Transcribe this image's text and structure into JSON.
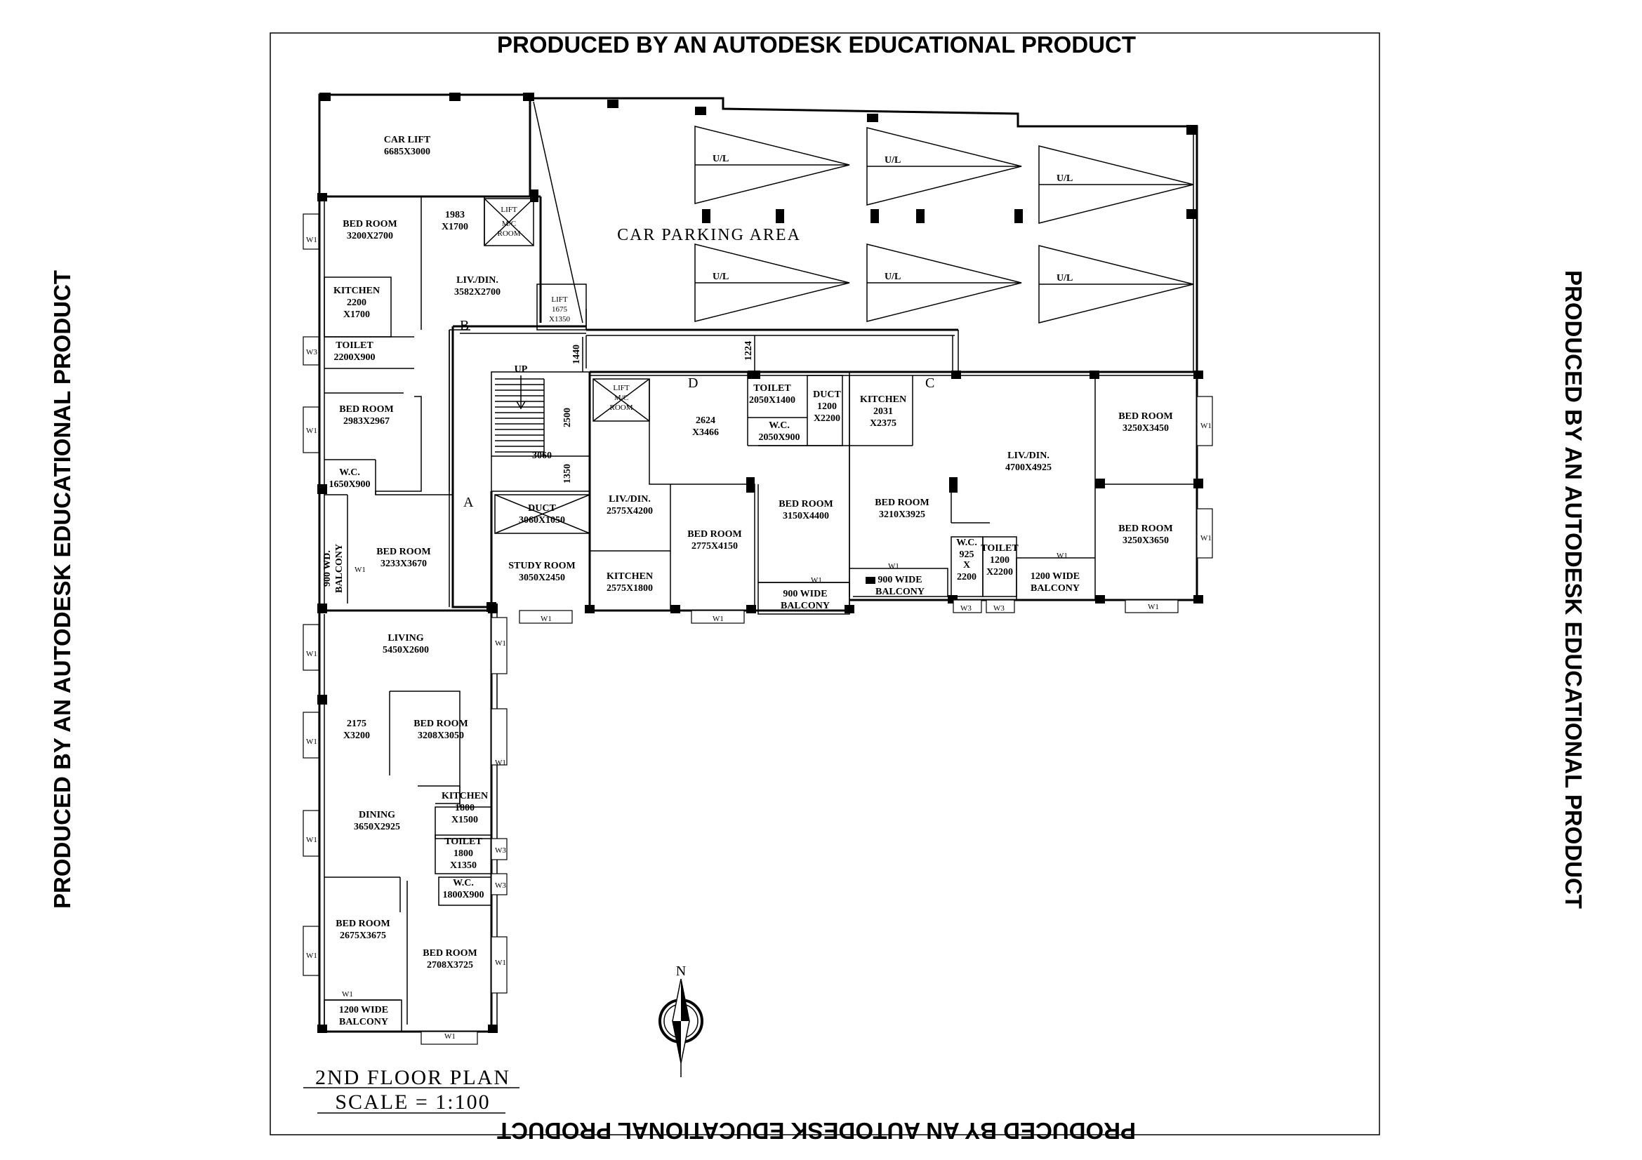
{
  "watermark": "PRODUCED BY AN AUTODESK EDUCATIONAL PRODUCT",
  "title": {
    "name": "2ND  FLOOR  PLAN",
    "scale": "SCALE  =  1:100"
  },
  "compass": {
    "north": "N"
  },
  "parking": {
    "label": "CAR  PARKING  AREA",
    "bay_label": "U/L"
  },
  "rooms": {
    "car_lift": [
      "CAR LIFT",
      "6685X3000"
    ],
    "bed_a1": [
      "BED ROOM",
      "3200X2700"
    ],
    "space_1983": [
      "1983",
      "X1700"
    ],
    "lift_mc_1": [
      "LIFT",
      "M/C",
      "ROOM"
    ],
    "kitchen_a": [
      "KITCHEN",
      "2200",
      "X1700"
    ],
    "liv_a": [
      "LIV./DIN.",
      "3582X2700"
    ],
    "lift": [
      "LIFT",
      "1675",
      "X1350"
    ],
    "toilet_a": [
      "TOILET",
      "2200X900"
    ],
    "bed_a2": [
      "BED ROOM",
      "2983X2967"
    ],
    "wc_a": [
      "W.C.",
      "1650X900"
    ],
    "balcony_wd": [
      "900 WD.",
      "BALCONY"
    ],
    "bed_a3": [
      "BED ROOM",
      "3233X3670"
    ],
    "lift_mc_2": [
      "LIFT",
      "M/C",
      "ROOM"
    ],
    "space_2624": [
      "2624",
      "X3466"
    ],
    "toilet_d": [
      "TOILET",
      "2050X1400"
    ],
    "duct_d": [
      "DUCT",
      "1200",
      "X2200"
    ],
    "wc_d": [
      "W.C.",
      "2050X900"
    ],
    "kitchen_c": [
      "KITCHEN",
      "2031",
      "X2375"
    ],
    "liv_c": [
      "LIV./DIN.",
      "4700X4925"
    ],
    "bed_c1": [
      "BED ROOM",
      "3250X3450"
    ],
    "bed_c2": [
      "BED ROOM",
      "3250X3650"
    ],
    "duct_stair": [
      "DUCT",
      "3060X1050"
    ],
    "liv_d": [
      "LIV./DIN.",
      "2575X4200"
    ],
    "bed_d1": [
      "BED ROOM",
      "2775X4150"
    ],
    "bed_d2": [
      "BED ROOM",
      "3150X4400"
    ],
    "bed_c3": [
      "BED ROOM",
      "3210X3925"
    ],
    "wc_c": [
      "W.C.",
      "925",
      "X",
      "2200"
    ],
    "toilet_c": [
      "TOILET",
      "1200",
      "X2200"
    ],
    "balcony_c": [
      "1200  WIDE",
      "BALCONY"
    ],
    "study": [
      "STUDY ROOM",
      "3050X2450"
    ],
    "kitchen_d": [
      "KITCHEN",
      "2575X1800"
    ],
    "balcony_d": [
      "900  WIDE",
      "BALCONY"
    ],
    "balcony_c2": [
      "900  WIDE",
      "BALCONY"
    ],
    "living_b": [
      "LIVING",
      "5450X2600"
    ],
    "space_2175": [
      "2175",
      "X3200"
    ],
    "bed_b1": [
      "BED ROOM",
      "3208X3050"
    ],
    "kitchen_b": [
      "KITCHEN",
      "1800",
      "X1500"
    ],
    "dining_b": [
      "DINING",
      "3650X2925"
    ],
    "toilet_b": [
      "TOILET",
      "1800",
      "X1350"
    ],
    "wc_b": [
      "W.C.",
      "1800X900"
    ],
    "bed_b2": [
      "BED ROOM",
      "2675X3675"
    ],
    "bed_b3": [
      "BED ROOM",
      "2708X3725"
    ],
    "balcony_b": [
      "1200  WIDE",
      "BALCONY"
    ]
  },
  "stair": {
    "up": "UP",
    "dims": [
      "3060",
      "2500",
      "1350",
      "1440",
      "1224"
    ]
  },
  "points": [
    "A",
    "B",
    "C",
    "D"
  ],
  "windows": {
    "w1": "W1",
    "w3": "W3"
  }
}
